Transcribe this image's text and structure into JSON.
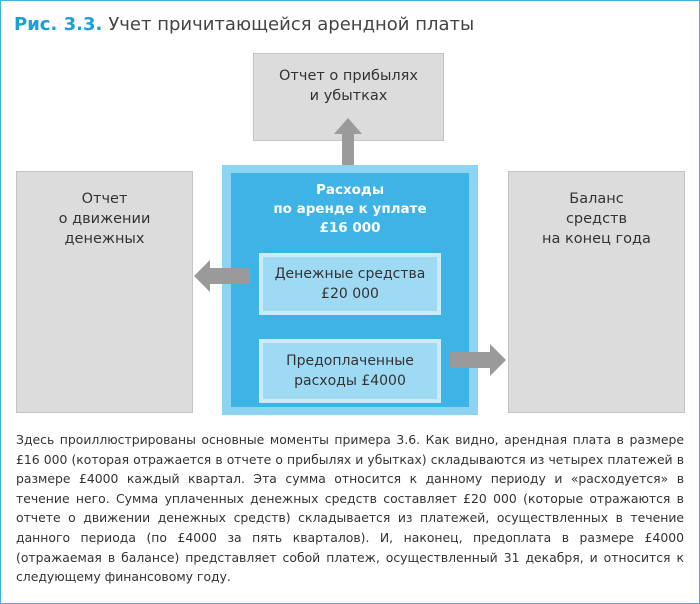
{
  "figure": {
    "number": "Рис. 3.3.",
    "title": "Учет причитающейся арендной платы"
  },
  "boxes": {
    "top": [
      "Отчет о прибылях",
      "и убытках"
    ],
    "left": [
      "Отчет",
      "о движении",
      "денежных"
    ],
    "right": [
      "Баланс",
      "средств",
      "на конец года"
    ]
  },
  "main": {
    "title": [
      "Расходы",
      "по аренде к уплате",
      "£16 000"
    ],
    "cash": [
      "Денежные средства",
      "£20 000"
    ],
    "prepaid": [
      "Предоплаченные",
      "расходы £4000"
    ]
  },
  "paragraph": "Здесь проиллюстрированы основные моменты примера 3.6. Как видно, арендная плата в размере £16 000 (которая отражается в отчете о прибылях и убытках) складываются из четырех платежей в размере £4000 каждый квартал. Эта сумма относится к данному периоду и «расходуется» в течение него. Сумма уплаченных денежных средств составляет £20 000 (которые отражаются в отчете о движении денежных средств) складывается из платежей, осуществленных в течение данного периода (по £4000 за пять кварталов). И, наконец, предоплата в размере £4000 (отражаемая в балансе) представляет собой платеж, осуществленный 31 декабря, и относится к следующему финансовому году.",
  "colors": {
    "accent": "#1aa0d6",
    "main_outer": "#8ed3f1",
    "main_inner": "#3eb3e6",
    "sub_box": "#9fdaf5",
    "grey_box": "#dcdcdc",
    "arrow": "#9a9a9a"
  }
}
